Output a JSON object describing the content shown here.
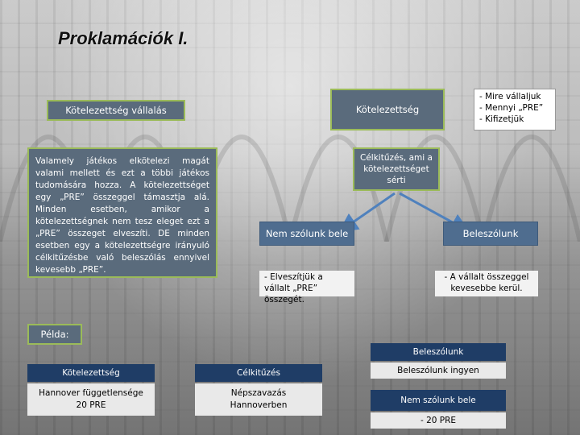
{
  "title": "Proklamációk I.",
  "commitment_taking": "Kötelezettség vállalás",
  "definition": "Valamely játékos elkötelezi magát valami mellett és ezt a többi játékos tudomására hozza. A kötelezettséget egy „PRE” összeggel támasztja alá. Minden esetben, amikor a kötelezettségnek nem tesz eleget ezt a „PRE” összeget elveszíti. DE minden esetben egy a kötelezettségre irányuló célkitűzésbe való beleszólás ennyivel kevesebb „PRE”.",
  "commitment": "Kötelezettség",
  "commitment_details": [
    "- Mire vállaljuk",
    "- Mennyi „PRE”",
    "- Kifizetjük"
  ],
  "goal_violates": "Célkitűzés, ami a kötelezettséget sérti",
  "no_say": "Nem szólunk bele",
  "intervene": "Beleszólunk",
  "lose_pre": "- Elveszítjük a vállalt „PRE” összegét.",
  "less_cost": "- A vállalt összeggel kevesebbe kerül.",
  "example_label": "Példa:",
  "example_table": {
    "headers": [
      "Kötelezettség",
      "Célkitűzés"
    ],
    "cells": [
      "Hannover függetlensége 20 PRE",
      "Népszavazás Hannoverben"
    ]
  },
  "example_right": {
    "header": "Beleszólunk",
    "free": "Beleszólunk ingyen",
    "no_say": "Nem szólunk bele",
    "cost": "- 20 PRE"
  },
  "colors": {
    "green_border": "#9bbb59",
    "blue_box": "#4f6d8f",
    "dark_box": "#1f3d66",
    "arrow": "#4f81bd"
  }
}
